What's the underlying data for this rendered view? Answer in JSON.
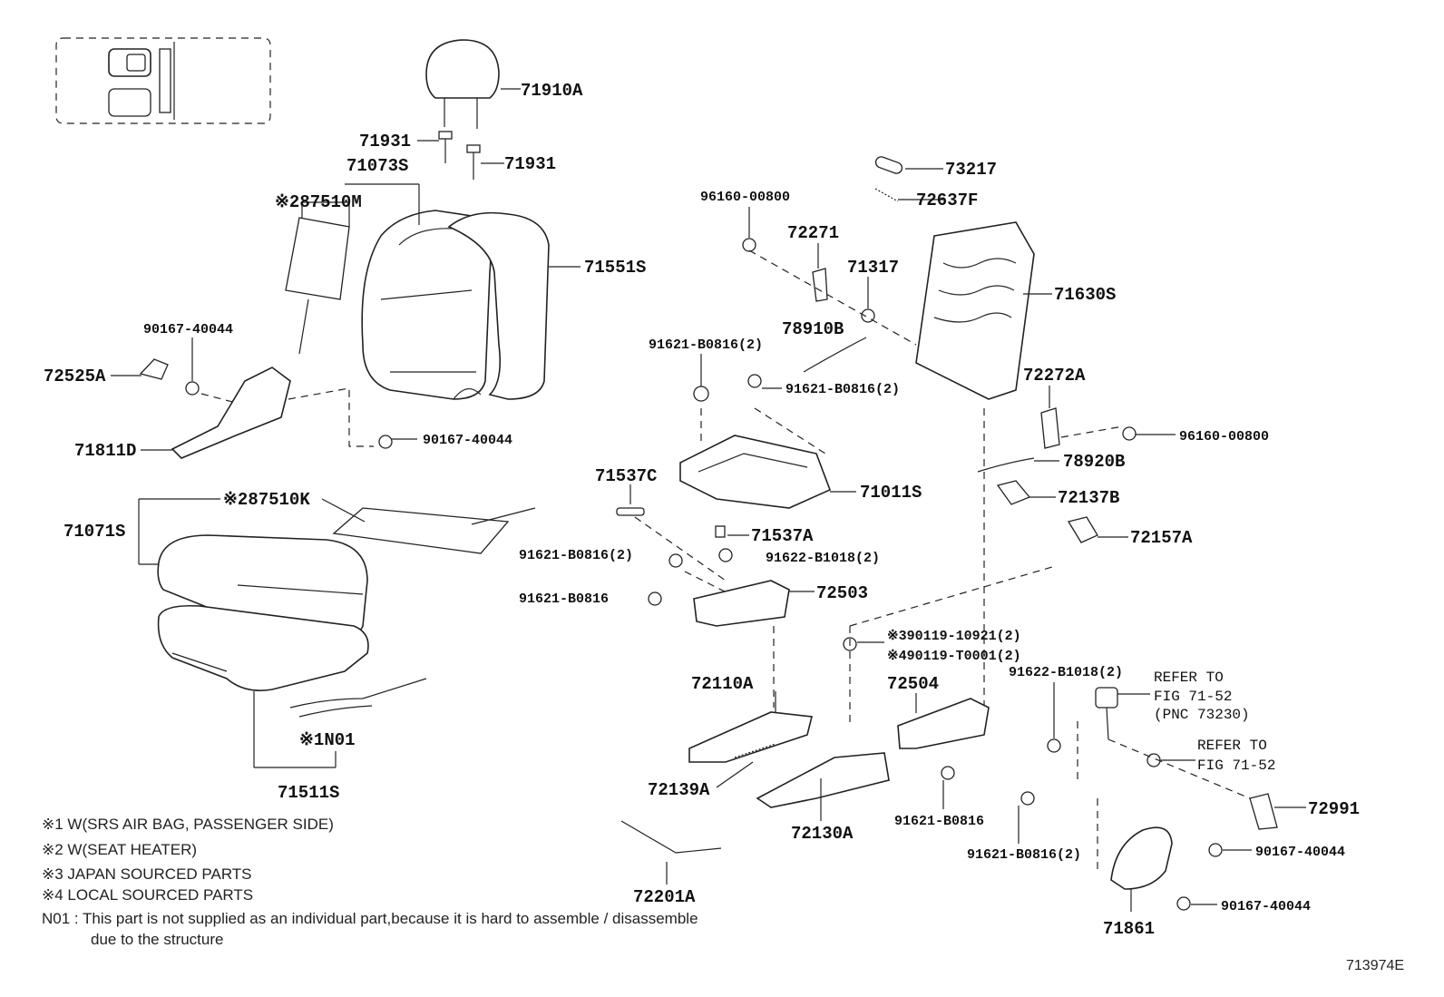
{
  "labels": {
    "p71910A": "71910A",
    "p71931a": "71931",
    "p71931b": "71931",
    "p71073S": "71073S",
    "p87510M": "※287510M",
    "p71551S": "71551S",
    "p73217": "73217",
    "p72637F": "72637F",
    "p96160_1": "96160-00800",
    "p72271": "72271",
    "p71317": "71317",
    "p71630S": "71630S",
    "p78910B": "78910B",
    "p90167_1": "90167-40044",
    "p72525A": "72525A",
    "p91621_1": "91621-B0816(2)",
    "p91621_2": "91621-B0816(2)",
    "p72272A": "72272A",
    "p71811D": "71811D",
    "p90167_2": "90167-40044",
    "p96160_2": "96160-00800",
    "p78920B": "78920B",
    "p71537C": "71537C",
    "p71011S": "71011S",
    "p87510K": "※287510K",
    "p72137B": "72137B",
    "p71071S": "71071S",
    "p71537A": "71537A",
    "p72157A": "72157A",
    "p91621_3": "91621-B0816(2)",
    "p91622_1": "91622-B1018(2)",
    "p72503": "72503",
    "p91621_4": "91621-B0816",
    "p90119_1": "※390119-10921(2)",
    "p90119_2": "※490119-T0001(2)",
    "p72110A": "72110A",
    "p72504": "72504",
    "p91622_2": "91622-B1018(2)",
    "pN01": "※1N01",
    "p71511S": "71511S",
    "p72139A": "72139A",
    "p72130A": "72130A",
    "p91621_5": "91621-B0816",
    "p91621_6": "91621-B0816(2)",
    "p72991": "72991",
    "p90167_3": "90167-40044",
    "p72201A": "72201A",
    "p90167_4": "90167-40044",
    "p71861": "71861"
  },
  "refer1": {
    "line1": "REFER TO",
    "line2": "FIG 71-52",
    "line3": "(PNC 73230)"
  },
  "refer2": {
    "line1": "REFER TO",
    "line2": "FIG 71-52"
  },
  "notes": {
    "n1": "※1 W(SRS AIR BAG, PASSENGER SIDE)",
    "n2": "※2 W(SEAT HEATER)",
    "n3": "※3 JAPAN SOURCED PARTS",
    "n4": "※4 LOCAL SOURCED PARTS",
    "n5a": "N01 : This part is not supplied as an individual part,because it is hard to assemble / disassemble",
    "n5b": "due to the structure"
  },
  "figure_code": "713974E"
}
